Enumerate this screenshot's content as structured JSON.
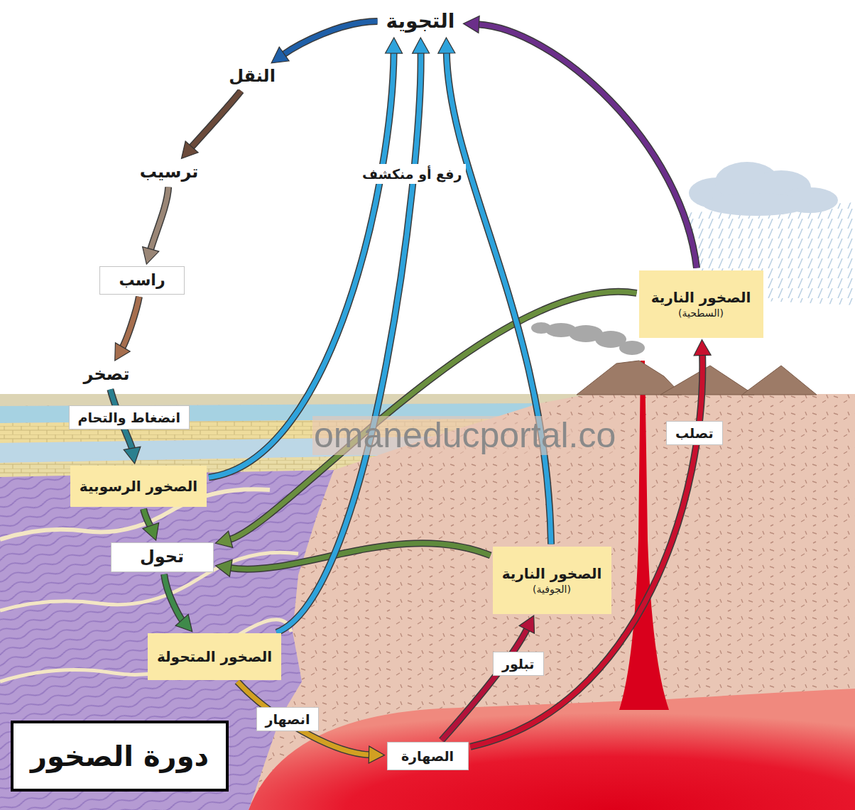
{
  "diagram": {
    "title": "دورة الصخور",
    "nodes": [
      {
        "text": [
          "التجوية"
        ]
      },
      {
        "text": [
          "النقل"
        ]
      },
      {
        "text": [
          "ترسيب"
        ]
      },
      {
        "text": [
          "راسب"
        ]
      },
      {
        "text": [
          "تصخر"
        ]
      },
      {
        "text": [
          "الصخور الرسوبية"
        ]
      },
      {
        "text": [
          "تحول"
        ]
      },
      {
        "text": [
          "الصخور المتحولة"
        ]
      },
      {
        "text": [
          "الصهارة"
        ]
      },
      {
        "text": [
          "الصخور النارية",
          "(الجوفية)"
        ]
      },
      {
        "text": [
          "الصخور النارية",
          "(السطحية)"
        ]
      }
    ],
    "edges": [
      {
        "from": 0,
        "to": 1,
        "arrow": "to"
      },
      {
        "from": 1,
        "to": 2,
        "arrow": "to"
      },
      {
        "from": 2,
        "to": 3,
        "arrow": "to"
      },
      {
        "from": 3,
        "to": 4,
        "arrow": "to"
      },
      {
        "from": 4,
        "to": 5,
        "label": "انضغاط والتحام",
        "arrow": "to"
      },
      {
        "from": 5,
        "to": 6,
        "arrow": "to"
      },
      {
        "from": 6,
        "to": 7,
        "arrow": "to"
      },
      {
        "from": 7,
        "to": 8,
        "label": "انصهار",
        "arrow": "to"
      },
      {
        "from": 8,
        "to": 9,
        "label": "تبلور",
        "arrow": "to"
      },
      {
        "from": 8,
        "to": 10,
        "label": "تصلب",
        "arrow": "to"
      },
      {
        "from": 9,
        "to": 6,
        "arrow": "to"
      },
      {
        "from": 10,
        "to": 6,
        "arrow": "to"
      },
      {
        "from": 5,
        "to": 0,
        "arrow": "to"
      },
      {
        "from": 7,
        "to": 0,
        "label": "رفع أو منكشف",
        "arrow": "to"
      },
      {
        "from": 9,
        "to": 0,
        "arrow": "to"
      },
      {
        "from": 10,
        "to": 0,
        "arrow": "to"
      }
    ],
    "labels": [
      "omaneducportal.co"
    ]
  }
}
